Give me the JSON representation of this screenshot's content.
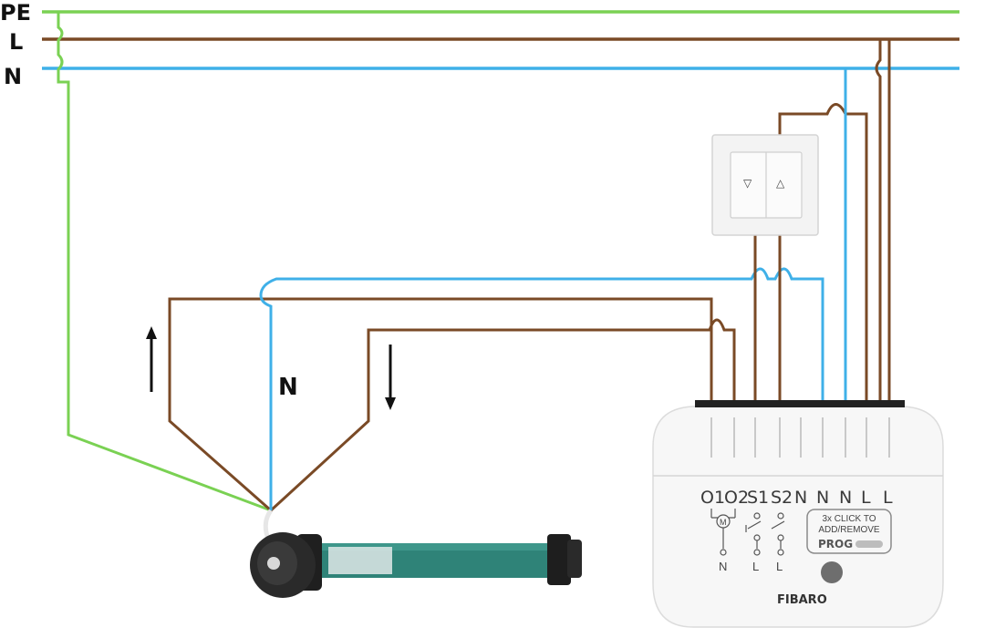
{
  "colors": {
    "pe": "#7ad153",
    "live": "#7a4a26",
    "neutral": "#3fb0e8",
    "motor_tube": "#2f8378"
  },
  "bus": {
    "pe_label": "PE",
    "l_label": "L",
    "n_label": "N"
  },
  "motor_wiring": {
    "n_label": "N",
    "up_arrow_icon": "arrow-up-icon",
    "down_arrow_icon": "arrow-down-icon"
  },
  "switch": {
    "down_symbol": "▽",
    "up_symbol": "△"
  },
  "module": {
    "terminals": [
      "O1",
      "O2",
      "S1",
      "S2",
      "N",
      "N",
      "N",
      "L",
      "L"
    ],
    "diagram_labels": [
      "N",
      "L",
      "L"
    ],
    "motor_symbol": "M",
    "prog_hint_line1": "3x CLICK TO",
    "prog_hint_line2": "ADD/REMOVE",
    "prog_label": "PROG",
    "brand": "FIBARO"
  }
}
